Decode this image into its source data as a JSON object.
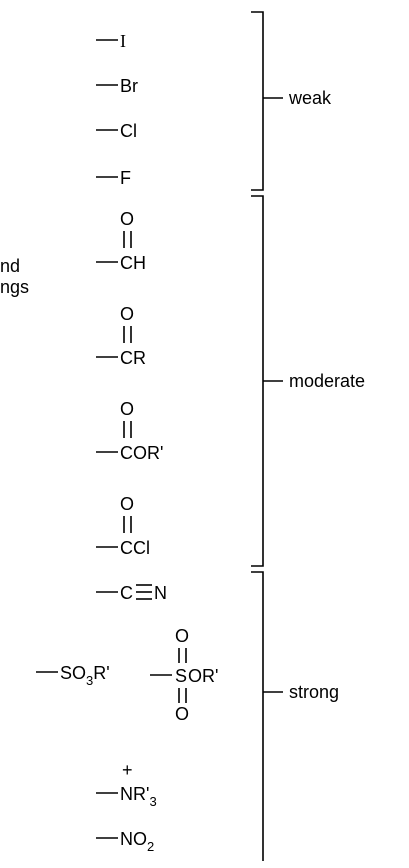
{
  "left_text": {
    "line1": "nd",
    "line2": "ngs"
  },
  "groups": {
    "weak": "weak",
    "moderate": "moderate",
    "strong": "strong"
  },
  "halogens": {
    "iodo": "I",
    "bromo": "Br",
    "chloro": "Cl",
    "fluoro": "F"
  },
  "carbonyls": {
    "o": "O",
    "aldehyde": "CH",
    "ketone": "CR",
    "ester": "COR'",
    "acyl_chloride": "CCl"
  },
  "strong_groups": {
    "nitrile_c": "C",
    "nitrile_n": "N",
    "sulfonate_lead": "SO",
    "sulfonate_sub": "3",
    "sulfonate_tail": "R'",
    "sulfonyl_o": "O",
    "sulfonyl_s": "S",
    "sulfonyl_tail": "OR'",
    "plus": "+",
    "ammonium_lead": "NR'",
    "ammonium_sub": "3",
    "nitro_lead": "NO",
    "nitro_sub": "2"
  }
}
